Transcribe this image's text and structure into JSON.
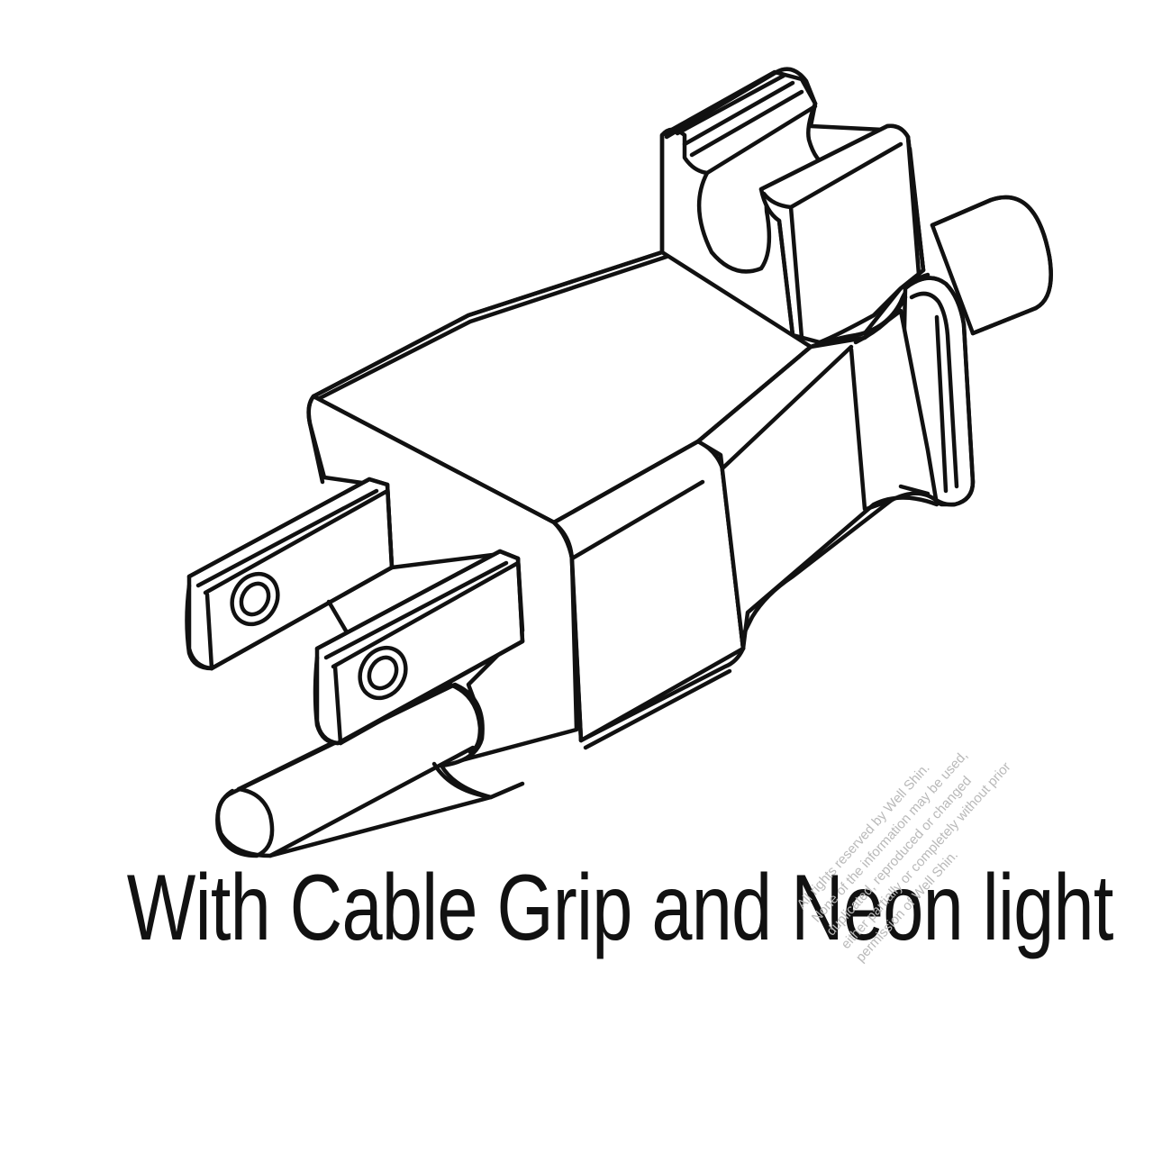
{
  "caption": "With Cable Grip and Neon light",
  "watermark": {
    "lines": [
      "All rights reserved by Well Shin.",
      "None of the information may be used,",
      "duplicated, reproduced or changed",
      "either partially or completely without prior",
      "permission of Well Shin."
    ]
  },
  "colors": {
    "line": "#111111",
    "background": "#ffffff",
    "watermark": "#b9b9b9"
  },
  "icons": [
    "plug-body",
    "flat-blade",
    "ground-pin",
    "cable-grip",
    "neon-light-housing",
    "cable"
  ]
}
